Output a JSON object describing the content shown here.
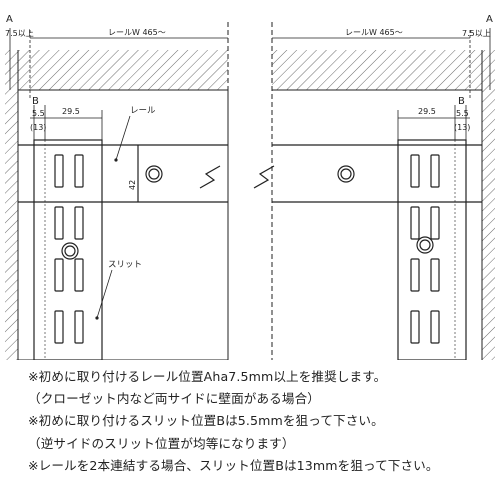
{
  "labels": {
    "a_left": "A",
    "a_right": "A",
    "b_left": "B",
    "b_right": "B",
    "dim_a_left": "7.5以上",
    "dim_a_right": "7.5以上",
    "rail_width_left": "レールW 465～",
    "rail_width_right": "レールW 465～",
    "dim_b_left": "5.5",
    "dim_b_right": "5.5",
    "dim_13_left": "(13)",
    "dim_13_right": "(13)",
    "dim_295_left": "29.5",
    "dim_295_right": "29.5",
    "rail_callout": "レール",
    "slit_callout": "スリット",
    "rail_height": "42"
  },
  "notes": [
    "※初めに取り付けるレール位置Aha7.5mm以上を推奨します。",
    "（クローゼット内など両サイドに壁面がある場合）",
    "※初めに取り付けるスリット位置Bは5.5mmを狙って下さい。",
    "（逆サイドのスリット位置が均等になります）",
    "※レールを2本連結する場合、スリット位置Bは13mmを狙って下さい。"
  ],
  "colors": {
    "line": "#222222",
    "fill": "#ffffff",
    "hatch": "#444444"
  }
}
